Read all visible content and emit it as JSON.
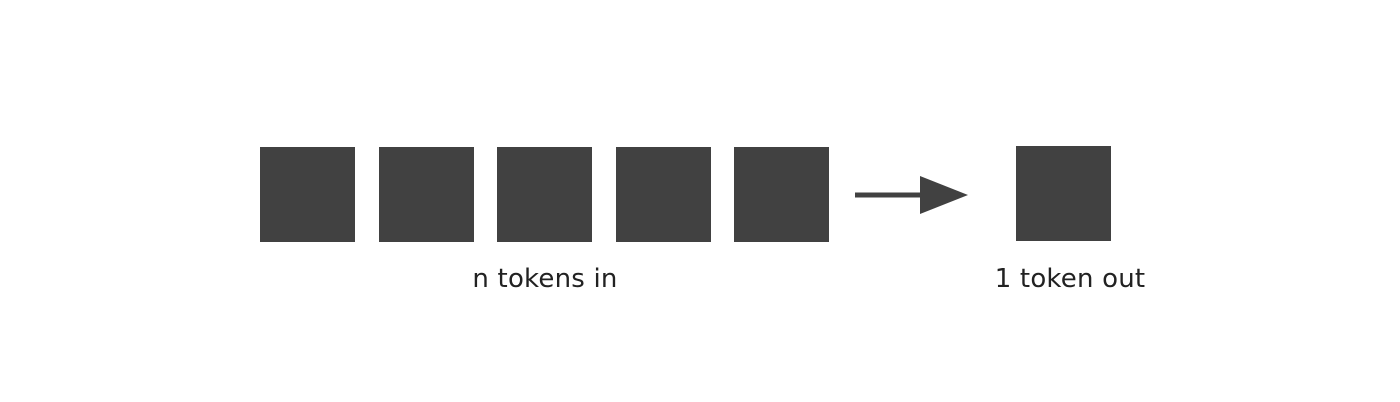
{
  "colors": {
    "token": "#414141",
    "arrow": "#414141",
    "text": "#222222",
    "background": "#ffffff"
  },
  "input": {
    "token_count_shown": 5,
    "label": "n tokens in"
  },
  "output": {
    "token_count_shown": 1,
    "label": "1 token out"
  },
  "arrow_icon": "right-arrow-icon"
}
